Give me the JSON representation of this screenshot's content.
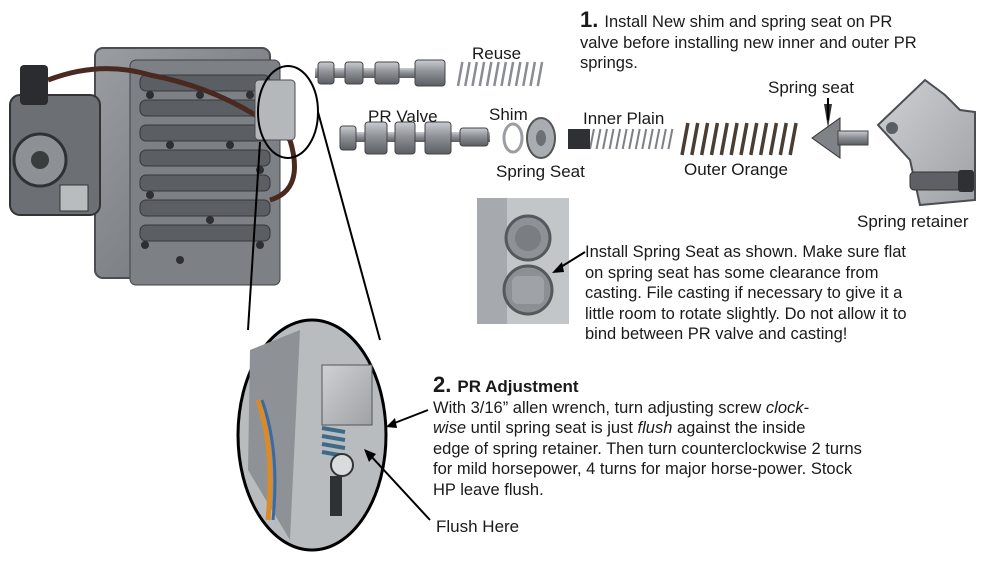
{
  "step1": {
    "number": "1.",
    "text": "Install New shim and spring seat on PR valve before installing new inner and outer PR springs."
  },
  "labels": {
    "reuse": "Reuse",
    "pr_valve": "PR Valve",
    "shim": "Shim",
    "spring_seat_lower": "Spring Seat",
    "inner_plain": "Inner Plain",
    "outer_orange": "Outer Orange",
    "spring_seat_upper": "Spring seat",
    "spring_retainer": "Spring retainer",
    "flush_here": "Flush Here"
  },
  "note": {
    "text": "Install Spring Seat as shown. Make sure flat on spring seat has some clearance from casting. File casting if necessary to give it a little room to rotate slightly. Do not allow it to bind between PR valve and casting!"
  },
  "step2": {
    "number": "2.",
    "title": "PR Adjustment",
    "line1_a": "With 3/16” allen wrench, turn  adjusting screw ",
    "line1_b": "clock-",
    "line2_a": "wise",
    "line2_b": " until spring seat is just ",
    "line2_c": "flush",
    "line2_d": " against the inside",
    "rest": "edge of spring retainer. Then turn counterclockwise 2 turns for mild horsepower, 4 turns for major horse-power.  Stock HP leave flush."
  },
  "colors": {
    "metal": "#8a8d91",
    "metal_dark": "#4f5257",
    "orange_spring": "#c8641e",
    "text": "#1a1a1a"
  }
}
